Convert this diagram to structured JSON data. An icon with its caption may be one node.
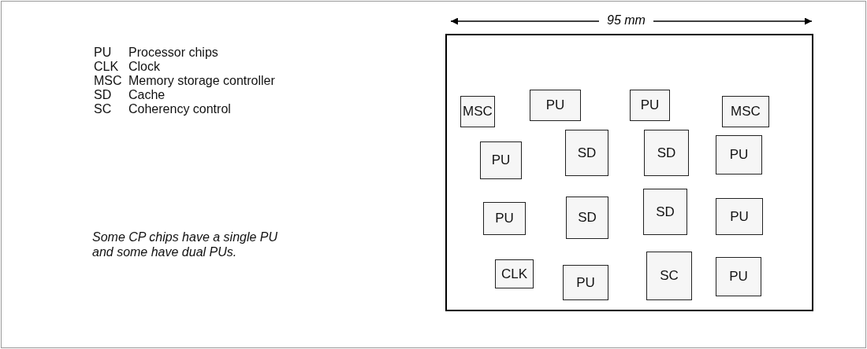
{
  "diagram": {
    "nodes": [
      {
        "text": [],
        "shape": "box"
      },
      {
        "text": [
          "MSC"
        ],
        "in": 0
      },
      {
        "text": [
          "PU"
        ],
        "in": 0
      },
      {
        "text": [
          "PU"
        ],
        "in": 0
      },
      {
        "text": [
          "MSC"
        ],
        "in": 0
      },
      {
        "text": [
          "PU"
        ],
        "in": 0
      },
      {
        "text": [
          "SD"
        ],
        "in": 0
      },
      {
        "text": [
          "SD"
        ],
        "in": 0
      },
      {
        "text": [
          "PU"
        ],
        "in": 0
      },
      {
        "text": [
          "PU"
        ],
        "in": 0
      },
      {
        "text": [
          "SD"
        ],
        "in": 0
      },
      {
        "text": [
          "SD"
        ],
        "in": 0
      },
      {
        "text": [
          "PU"
        ],
        "in": 0
      },
      {
        "text": [
          "CLK"
        ],
        "in": 0
      },
      {
        "text": [
          "PU"
        ],
        "in": 0
      },
      {
        "text": [
          "SC"
        ],
        "in": 0
      },
      {
        "text": [
          "PU"
        ],
        "in": 0
      }
    ],
    "edges": [],
    "labels": [
      "95 mm",
      "PU",
      "Processor chips",
      "CLK",
      "Clock",
      "MSC",
      "Memory storage controller",
      "SD",
      "Cache",
      "SC",
      "Coherency control",
      "Some CP chips have a single PU and some have dual PUs."
    ]
  }
}
